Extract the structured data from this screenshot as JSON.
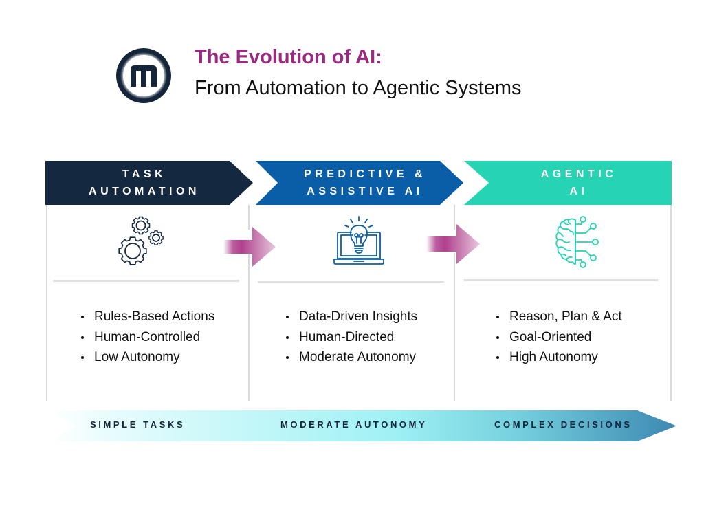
{
  "header": {
    "logo": {
      "icon": "m-logo-icon",
      "letter": "m"
    },
    "title": "The Evolution of AI:",
    "subtitle": "From Automation to Agentic Systems"
  },
  "colors": {
    "title_purple": "#992a7f",
    "stage1_navy": "#14283f",
    "stage2_blue": "#0a5ea8",
    "stage3_teal": "#26d4b4",
    "arrow_pink": "#b0408e",
    "band_start": "#e8fcfd",
    "band_end": "#3f8db5",
    "band_text": "#14253a"
  },
  "stages": [
    {
      "title_line1": "TASK",
      "title_line2": "AUTOMATION",
      "icon": "gears-icon",
      "bullets": [
        "Rules-Based Actions",
        "Human-Controlled",
        "Low Autonomy"
      ]
    },
    {
      "title_line1": "PREDICTIVE &",
      "title_line2": "ASSISTIVE AI",
      "icon": "laptop-lightbulb-icon",
      "bullets": [
        "Data-Driven Insights",
        "Human-Directed",
        "Moderate Autonomy"
      ]
    },
    {
      "title_line1": "AGENTIC",
      "title_line2": "AI",
      "icon": "brain-circuit-icon",
      "bullets": [
        "Reason, Plan & Act",
        "Goal-Oriented",
        "High Autonomy"
      ]
    }
  ],
  "transition_arrows": [
    "arrow-right-icon",
    "arrow-right-icon"
  ],
  "progress_band": {
    "labels": [
      "SIMPLE TASKS",
      "MODERATE AUTONOMY",
      "COMPLEX DECISIONS"
    ]
  }
}
